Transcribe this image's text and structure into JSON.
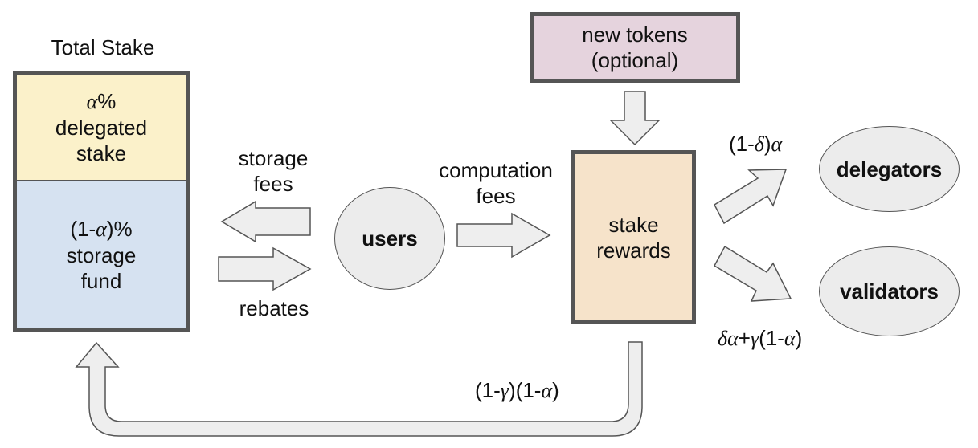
{
  "total_stake": {
    "title": "Total Stake",
    "delegated": {
      "symbol": "α",
      "percent": "%",
      "line2": "delegated",
      "line3": "stake"
    },
    "storage": {
      "prefix": "(1-",
      "symbol": "α",
      "suffix": ")%",
      "line2": "storage",
      "line3": "fund"
    }
  },
  "new_tokens": {
    "line1": "new tokens",
    "line2": "(optional)"
  },
  "stake_rewards": {
    "line1": "stake",
    "line2": "rewards"
  },
  "users": {
    "label": "users"
  },
  "delegators": {
    "label": "delegators"
  },
  "validators": {
    "label": "validators"
  },
  "flows": {
    "storage_fees": {
      "line1": "storage",
      "line2": "fees"
    },
    "rebates": "rebates",
    "computation_fees": {
      "line1": "computation",
      "line2": "fees"
    },
    "to_delegators": {
      "a": "(1-",
      "b": "δ",
      "c": ")",
      "d": "α"
    },
    "to_validators": {
      "a": "δα",
      "b": "+",
      "c": "γ",
      "d": "(1-",
      "e": "α",
      "f": ")"
    },
    "to_storage_fund": {
      "a": "(1-",
      "b": "γ",
      "c": ")(1-",
      "d": "α",
      "e": ")"
    }
  },
  "colors": {
    "delegated_fill": "#fbf1ca",
    "storage_fill": "#d6e2f1",
    "new_tokens_fill": "#e5d3dd",
    "stake_rewards_fill": "#f6e3ca",
    "arrow_fill": "#eeeeee",
    "ellipse_fill": "#ececec",
    "border": "#555555"
  }
}
